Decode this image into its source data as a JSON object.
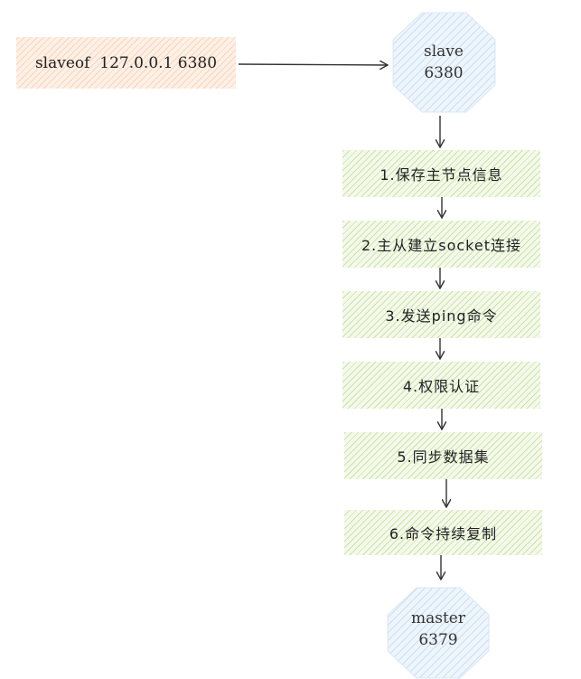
{
  "command": {
    "text": "slaveof  127.0.0.1 6380"
  },
  "slave_node": {
    "name": "slave",
    "port": "6380"
  },
  "steps": [
    "1.保存主节点信息",
    "2.主从建立socket连接",
    "3.发送ping命令",
    "4.权限认证",
    "5.同步数据集",
    "6.命令持续复制"
  ],
  "master_node": {
    "name": "master",
    "port": "6379"
  },
  "colors": {
    "command_fill": "#fdf0e6",
    "step_fill": "#f4f9ec",
    "node_fill": "#e8f1fb",
    "arrow": "#333333"
  }
}
